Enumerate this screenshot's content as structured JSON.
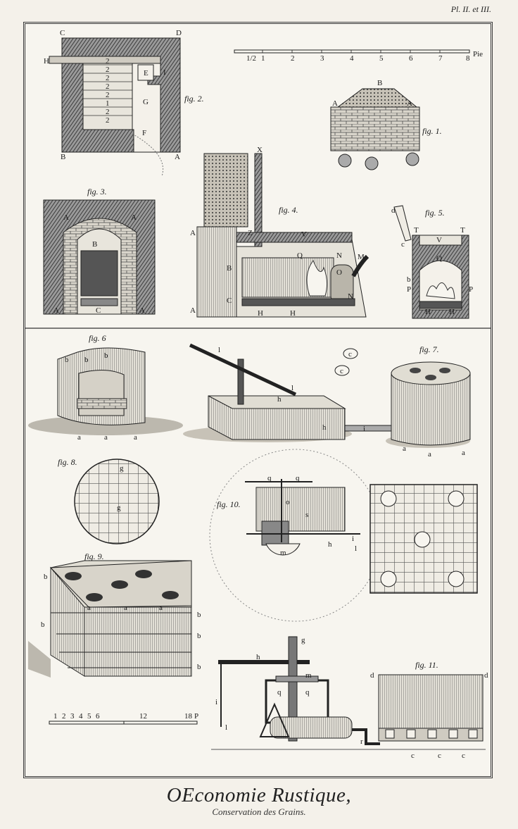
{
  "plate": {
    "number": "Pl. II. et III.",
    "title": "OEconomie Rustique,",
    "subtitle": "Conservation des Grains."
  },
  "figures": [
    {
      "label": "fig. 1.",
      "letters": [
        "A",
        "B",
        "A"
      ]
    },
    {
      "label": "fig. 2.",
      "letters": [
        "C",
        "D",
        "H",
        "E",
        "I",
        "G",
        "F",
        "B",
        "A"
      ],
      "numbers": [
        "2",
        "2",
        "2",
        "2",
        "2",
        "1",
        "2",
        "2"
      ]
    },
    {
      "label": "fig. 3.",
      "letters": [
        "A",
        "A",
        "B",
        "A",
        "C",
        "A"
      ]
    },
    {
      "label": "fig. 4.",
      "letters": [
        "X",
        "V",
        "Z",
        "A",
        "Q",
        "N",
        "M",
        "B",
        "O",
        "C",
        "A",
        "H",
        "H",
        "N"
      ]
    },
    {
      "label": "fig. 5.",
      "letters": [
        "d",
        "T",
        "T",
        "V",
        "c",
        "Q",
        "b",
        "P",
        "P",
        "H",
        "H"
      ]
    },
    {
      "label": "fig. 6",
      "letters": [
        "b",
        "b",
        "b",
        "a",
        "a",
        "a"
      ]
    },
    {
      "label": "fig. 7.",
      "letters": [
        "l",
        "l",
        "h",
        "h",
        "i",
        "a",
        "a",
        "a",
        "c",
        "c"
      ]
    },
    {
      "label": "fig. 8.",
      "letters": [
        "g",
        "g"
      ]
    },
    {
      "label": "fig. 9.",
      "letters": [
        "b",
        "a",
        "a",
        "a",
        "b",
        "b",
        "b",
        "b"
      ]
    },
    {
      "label": "fig. 10.",
      "letters": [
        "q",
        "q",
        "o",
        "s",
        "m",
        "h",
        "i",
        "l"
      ]
    },
    {
      "label": "fig. 11.",
      "letters": [
        "g",
        "h",
        "m",
        "q",
        "q",
        "i",
        "l",
        "r",
        "d",
        "d",
        "c",
        "c",
        "c"
      ]
    }
  ],
  "scales": {
    "top": {
      "ticks": [
        "1",
        "2",
        "3",
        "4",
        "5",
        "6",
        "7",
        "8"
      ],
      "unit": "Pie",
      "left": "1/2"
    },
    "bottom": {
      "ticks": [
        "1",
        "2",
        "3",
        "4",
        "5",
        "6",
        "12",
        "18"
      ],
      "unit": "P"
    }
  },
  "colors": {
    "paper": "#f4f1ea",
    "ink": "#1e1e1e",
    "hatch": "#4a4a4a"
  }
}
